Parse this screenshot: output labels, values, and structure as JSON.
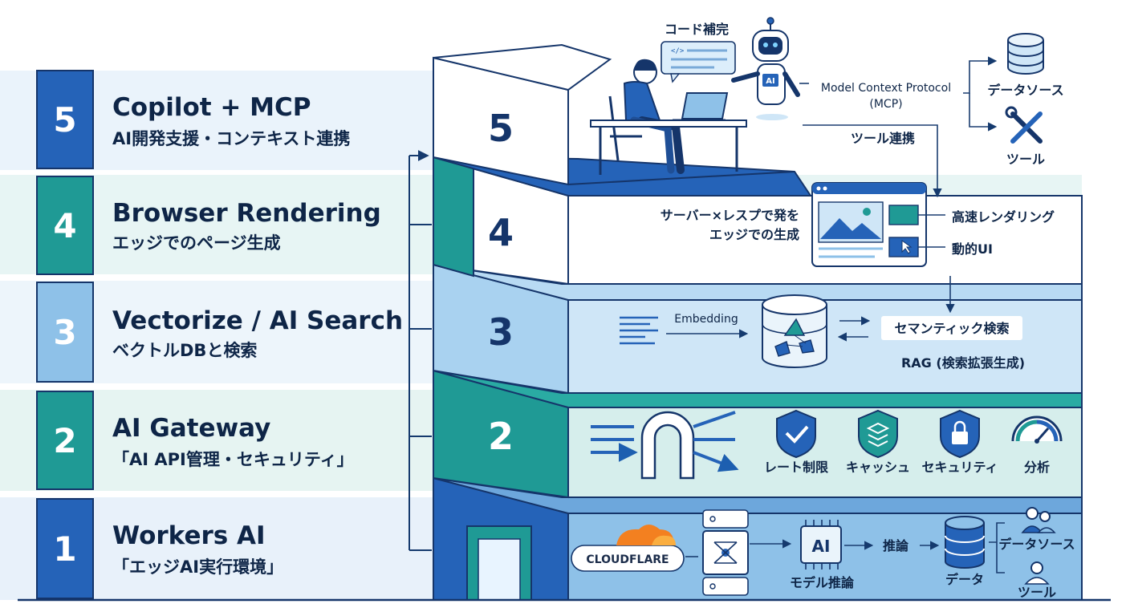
{
  "layers": [
    {
      "number": "5",
      "title": "Copilot + MCP",
      "subtitle": "AI開発支援・コンテキスト連携"
    },
    {
      "number": "4",
      "title": "Browser Rendering",
      "subtitle": "エッジでのページ生成"
    },
    {
      "number": "3",
      "title": "Vectorize / AI Search",
      "subtitle": "ベクトルDBと検索"
    },
    {
      "number": "2",
      "title": "AI Gateway",
      "subtitle": "「AI API管理・セキュリティ」"
    },
    {
      "number": "1",
      "title": "Workers AI",
      "subtitle": "「エッジAI実行環境」"
    }
  ],
  "layer5": {
    "code_completion": "コード補完",
    "robot_badge": "AI",
    "mcp_line1": "Model Context Protocol",
    "mcp_line2": "(MCP)",
    "data_source": "データソース",
    "tool": "ツール",
    "tool_link": "ツール連携"
  },
  "layer4": {
    "desc_line1": "サーバー×レスプで発を",
    "desc_line2": "エッジでの生成",
    "fast_rendering": "高速レンダリング",
    "dynamic_ui": "動的UI"
  },
  "layer3": {
    "embedding": "Embedding",
    "semantic_search": "セマンティック検索",
    "rag": "RAG (検索拡張生成)"
  },
  "layer2": {
    "rate_limit": "レート制限",
    "cache": "キャッシュ",
    "security": "セキュリティ",
    "analytics": "分析"
  },
  "layer1": {
    "brand": "CLOUDFLARE",
    "chip": "AI",
    "model_inference": "モデル推論",
    "inference": "推論",
    "data": "データ",
    "data_source": "データソース",
    "tool": "ツール"
  },
  "colors": {
    "navy": "#15356a",
    "blue": "#2563b8",
    "teal": "#1f9a95",
    "light_blue": "#8ec1e8",
    "panel_light": "#eaf4fb"
  },
  "icons": [
    "robot-icon",
    "person-icon",
    "laptop-icon",
    "database-icon",
    "tools-icon",
    "browser-window-icon",
    "document-lines-icon",
    "vector-cube-icon",
    "gateway-arch-icon",
    "shield-check-icon",
    "layers-shield-icon",
    "lock-shield-icon",
    "gauge-icon",
    "cloud-icon",
    "network-chip-icon",
    "ai-chip-icon",
    "users-icon"
  ]
}
